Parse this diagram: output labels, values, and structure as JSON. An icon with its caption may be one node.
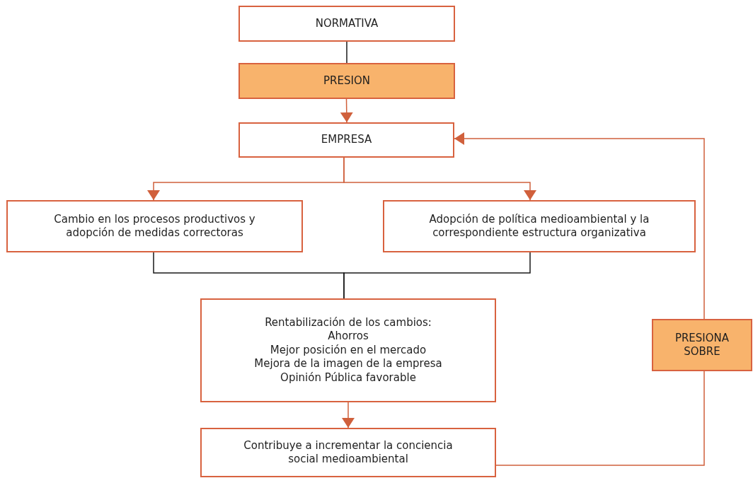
{
  "diagram": {
    "nodes": [
      {
        "text": [
          "NORMATIVA"
        ]
      },
      {
        "text": [
          "PRESION"
        ]
      },
      {
        "text": [
          "EMPRESA"
        ]
      },
      {
        "text": [
          "Cambio en los procesos productivos y adopción de medidas correctoras"
        ]
      },
      {
        "text": [
          "Adopción de política medioambiental y la correspondiente estructura organizativa"
        ]
      },
      {
        "text": [
          "Rentabilización de los cambios:",
          "Ahorros",
          "Mejor posición en el mercado",
          "Mejora de la imagen de la empresa",
          "Opinión Pública favorable"
        ]
      },
      {
        "text": [
          "Contribuye a incrementar la conciencia social medioambiental"
        ]
      },
      {
        "text": [
          "PRESIONA SOBRE"
        ]
      }
    ],
    "edges": [
      {
        "from": 0,
        "to": 1,
        "arrow": "none",
        "color": "#1a1a1a"
      },
      {
        "from": 1,
        "to": 2,
        "arrow": "to"
      },
      {
        "from": 2,
        "to": 3,
        "arrow": "to"
      },
      {
        "from": 2,
        "to": 4,
        "arrow": "to"
      },
      {
        "from": 3,
        "to": 5,
        "arrow": "none",
        "color": "#1a1a1a"
      },
      {
        "from": 4,
        "to": 5,
        "arrow": "none",
        "color": "#1a1a1a"
      },
      {
        "from": 5,
        "to": 6,
        "arrow": "to"
      },
      {
        "from": 6,
        "to": 7,
        "arrow": "none"
      },
      {
        "from": 7,
        "to": 2,
        "arrow": "to"
      }
    ]
  }
}
